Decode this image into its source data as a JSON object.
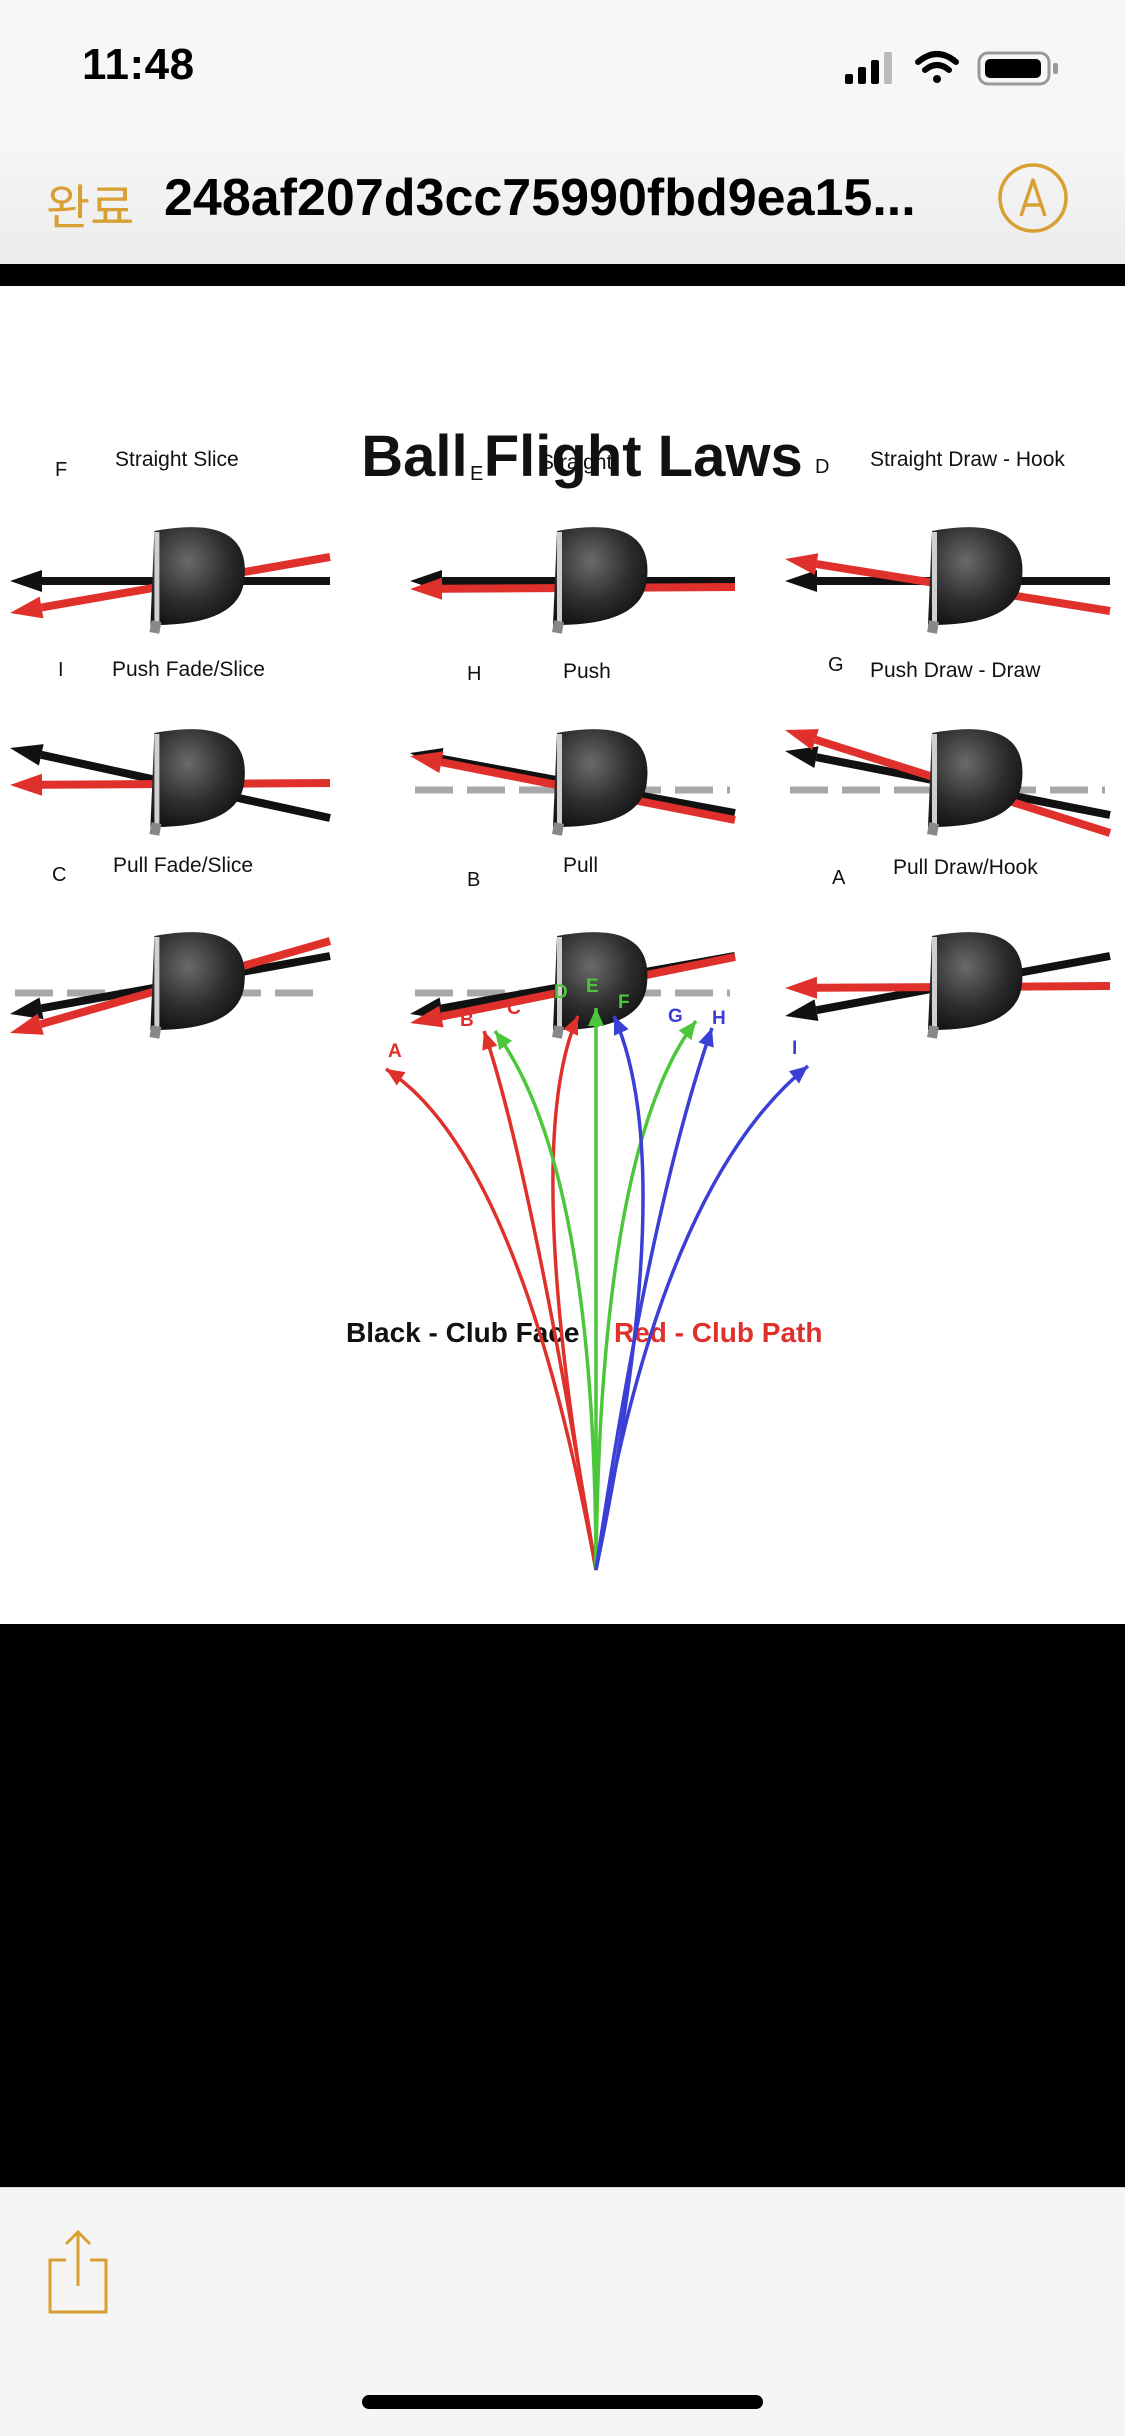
{
  "status": {
    "time": "11:48",
    "icons": [
      "cellular-signal-icon",
      "wifi-icon",
      "battery-icon"
    ]
  },
  "nav": {
    "done_label": "완료",
    "title": "248af207d3cc75990fbd9ea15...",
    "markup_icon": "markup-pen-icon"
  },
  "image": {
    "title": "Ball Flight Laws",
    "legend_black": "Black - Club Face",
    "legend_red": "Red - Club Path",
    "colors": {
      "red": "#e0302b",
      "green": "#4cc63a",
      "blue": "#3a3fd6",
      "black": "#111111"
    },
    "panels": [
      {
        "letter": "F",
        "label": "Straight Slice"
      },
      {
        "letter": "E",
        "label": "Straight"
      },
      {
        "letter": "D",
        "label": "Straight Draw - Hook"
      },
      {
        "letter": "I",
        "label": "Push Fade/Slice"
      },
      {
        "letter": "H",
        "label": "Push"
      },
      {
        "letter": "G",
        "label": "Push Draw - Draw"
      },
      {
        "letter": "C",
        "label": "Pull Fade/Slice"
      },
      {
        "letter": "B",
        "label": "Pull"
      },
      {
        "letter": "A",
        "label": "Pull Draw/Hook"
      }
    ],
    "trajectories": [
      {
        "letter": "A",
        "color": "red"
      },
      {
        "letter": "B",
        "color": "red"
      },
      {
        "letter": "C",
        "color": "red"
      },
      {
        "letter": "D",
        "color": "green"
      },
      {
        "letter": "E",
        "color": "green"
      },
      {
        "letter": "F",
        "color": "green"
      },
      {
        "letter": "G",
        "color": "blue"
      },
      {
        "letter": "H",
        "color": "blue"
      },
      {
        "letter": "I",
        "color": "blue"
      }
    ]
  },
  "toolbar": {
    "share_icon": "share-icon"
  }
}
